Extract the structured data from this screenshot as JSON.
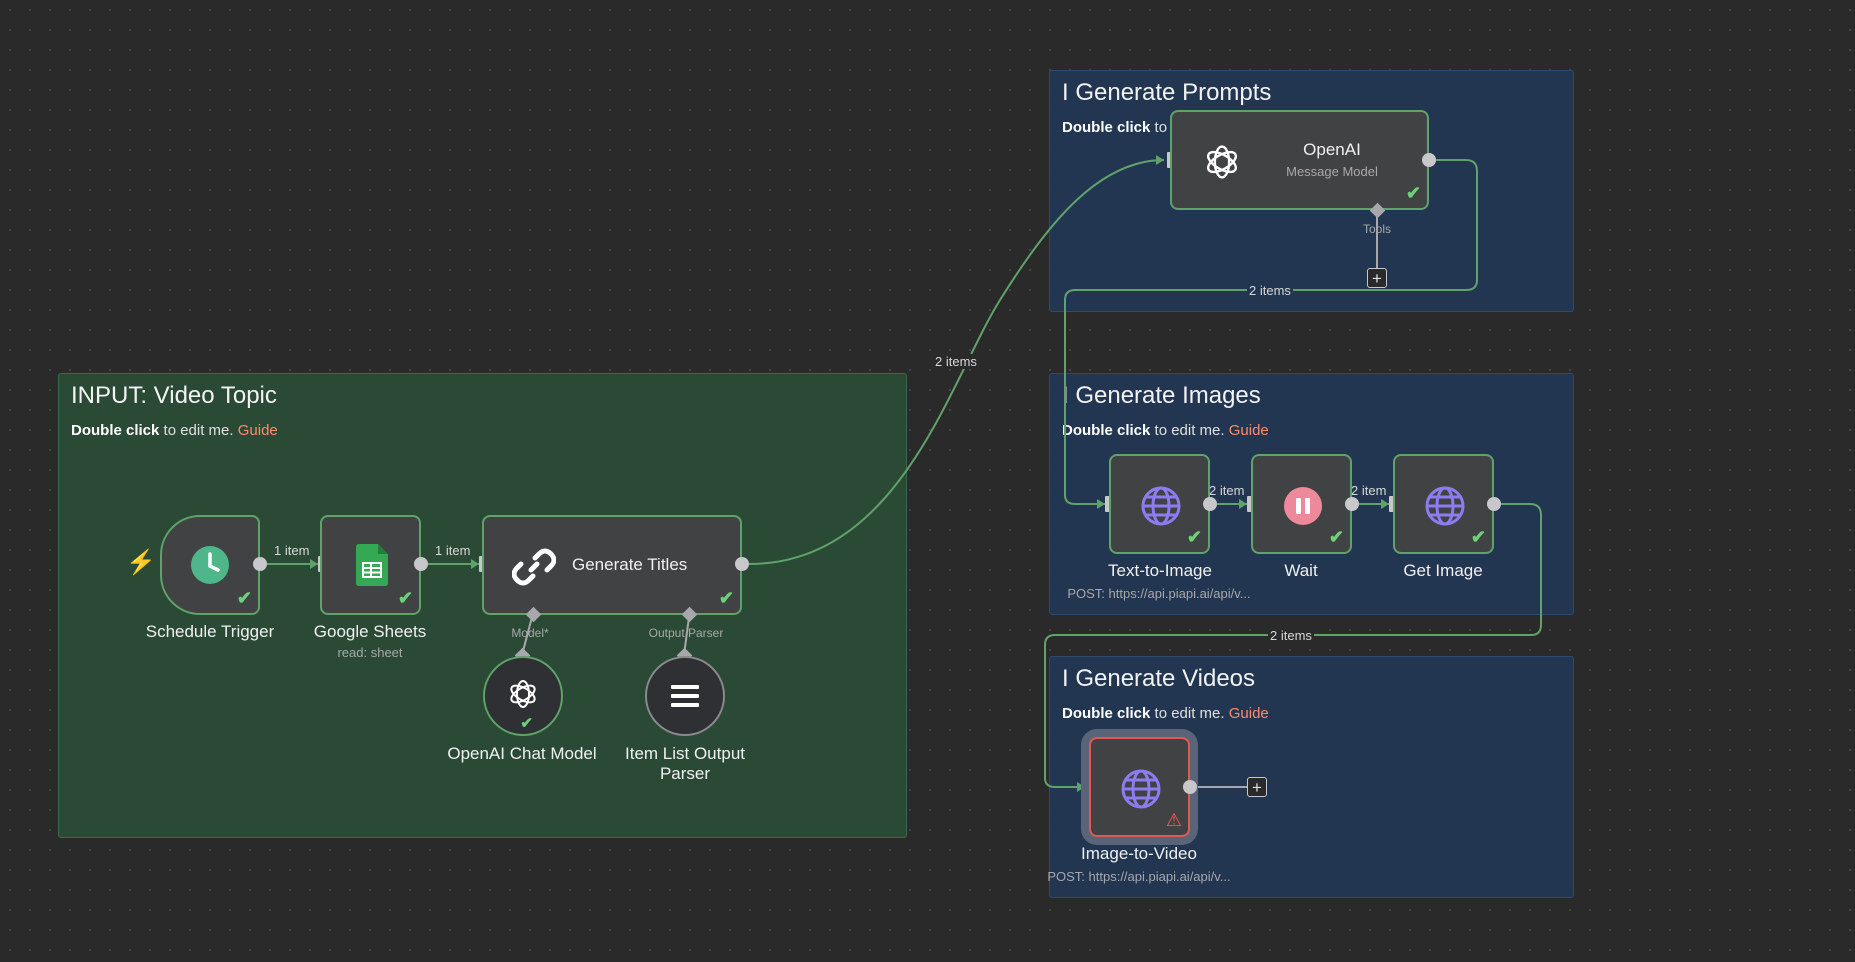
{
  "stickies": {
    "input": {
      "title": "INPUT: Video Topic",
      "hint_bold": "Double click",
      "hint_rest": " to edit me. ",
      "guide": "Guide"
    },
    "prompts": {
      "title": "I Generate Prompts",
      "hint_bold": "Double click",
      "hint_rest": " to e"
    },
    "images": {
      "title": "I Generate Images",
      "hint_bold": "Double click",
      "hint_rest": " to edit me. ",
      "guide": "Guide"
    },
    "videos": {
      "title": "I Generate Videos",
      "hint_bold": "Double click",
      "hint_rest": " to edit me. ",
      "guide": "Guide"
    }
  },
  "nodes": {
    "schedule_trigger": {
      "label": "Schedule Trigger",
      "icon": "clock-icon",
      "status": "success"
    },
    "google_sheets": {
      "label": "Google Sheets",
      "sublabel": "read: sheet",
      "icon": "google-sheets-icon",
      "status": "success"
    },
    "generate_titles": {
      "label": "Generate Titles",
      "icon": "link-icon",
      "status": "success",
      "port_model": "Model*",
      "port_parser": "Output Parser"
    },
    "openai_chat_model": {
      "label": "OpenAI Chat Model",
      "icon": "openai-icon",
      "status": "success"
    },
    "item_list_parser": {
      "label_line1": "Item List Output",
      "label_line2": "Parser",
      "icon": "list-icon"
    },
    "openai": {
      "label": "OpenAI",
      "sublabel": "Message Model",
      "icon": "openai-icon",
      "status": "success",
      "port_tools": "Tools"
    },
    "text_to_image": {
      "label": "Text-to-Image",
      "sublabel": "POST: https://api.piapi.ai/api/v...",
      "icon": "globe-icon",
      "status": "success"
    },
    "wait": {
      "label": "Wait",
      "icon": "pause-icon",
      "status": "success"
    },
    "get_image": {
      "label": "Get Image",
      "icon": "globe-icon",
      "status": "success"
    },
    "image_to_video": {
      "label": "Image-to-Video",
      "sublabel": "POST: https://api.piapi.ai/api/v...",
      "icon": "globe-icon",
      "status": "warning"
    }
  },
  "connections": {
    "trigger_to_sheets": "1 item",
    "sheets_to_titles": "1 item",
    "titles_to_openai": "2 items",
    "openai_to_text_image": "2 items",
    "text_image_to_wait": "2 item",
    "wait_to_get_image": "2 item",
    "get_image_to_video": "2 items"
  },
  "colors": {
    "success": "#6fcf7a",
    "wire": "#5fa36a",
    "error": "#e05a4e",
    "guide": "#ff8a6a"
  }
}
